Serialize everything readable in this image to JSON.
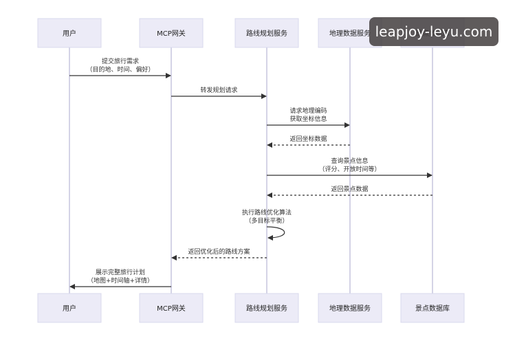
{
  "diagram": {
    "participants": [
      {
        "id": "user",
        "label": "用户"
      },
      {
        "id": "gateway",
        "label": "MCP网关"
      },
      {
        "id": "planner",
        "label": "路线规划服务"
      },
      {
        "id": "geo",
        "label": "地理数据服务"
      },
      {
        "id": "poi",
        "label": "景点数据库"
      }
    ],
    "messages": [
      {
        "from": "user",
        "to": "gateway",
        "style": "solid",
        "lines": [
          "提交旅行需求",
          "（目的地、时间、偏好）"
        ]
      },
      {
        "from": "gateway",
        "to": "planner",
        "style": "solid",
        "lines": [
          "转发规划请求"
        ]
      },
      {
        "from": "planner",
        "to": "geo",
        "style": "solid",
        "lines": [
          "请求地理编码",
          "获取坐标信息"
        ]
      },
      {
        "from": "geo",
        "to": "planner",
        "style": "dashed",
        "lines": [
          "返回坐标数据"
        ]
      },
      {
        "from": "planner",
        "to": "poi",
        "style": "solid",
        "lines": [
          "查询景点信息",
          "（评分、开放时间等）"
        ]
      },
      {
        "from": "poi",
        "to": "planner",
        "style": "dashed",
        "lines": [
          "返回景点数据"
        ]
      },
      {
        "from": "planner",
        "to": "planner",
        "style": "solid",
        "lines": [
          "执行路线优化算法",
          "（多目标平衡）"
        ]
      },
      {
        "from": "planner",
        "to": "gateway",
        "style": "dashed",
        "lines": [
          "返回优化后的路线方案"
        ]
      },
      {
        "from": "gateway",
        "to": "user",
        "style": "solid",
        "lines": [
          "展示完整旅行计划",
          "（地图+时间轴+详情）"
        ]
      }
    ]
  },
  "watermark": {
    "text": "leapjoy-leyu.com"
  }
}
